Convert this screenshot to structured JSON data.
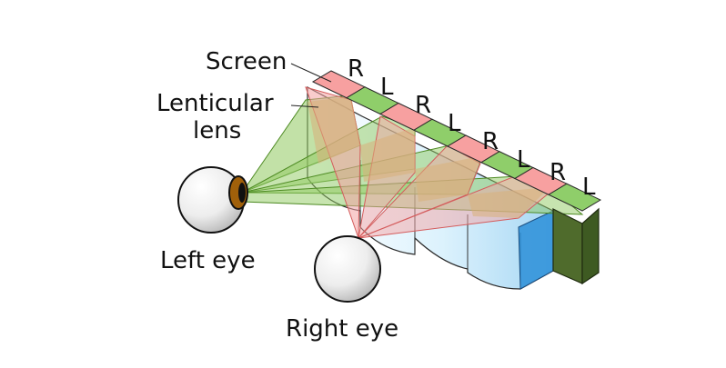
{
  "labels": {
    "screen": "Screen",
    "lenticular_line1": "Lenticular",
    "lenticular_line2": "lens",
    "left_eye": "Left eye",
    "right_eye": "Right eye"
  },
  "strip_labels": [
    "R",
    "L",
    "R",
    "L",
    "R",
    "L",
    "R",
    "L"
  ],
  "colors": {
    "red_strip": "#f7a0a0",
    "green_strip": "#8fce6a",
    "green_side": "#4f6b2c",
    "red_ray": "#f4a3a3",
    "green_ray": "#8fc95f",
    "lens": "#9fd8f7",
    "iris": "#a0600a"
  }
}
